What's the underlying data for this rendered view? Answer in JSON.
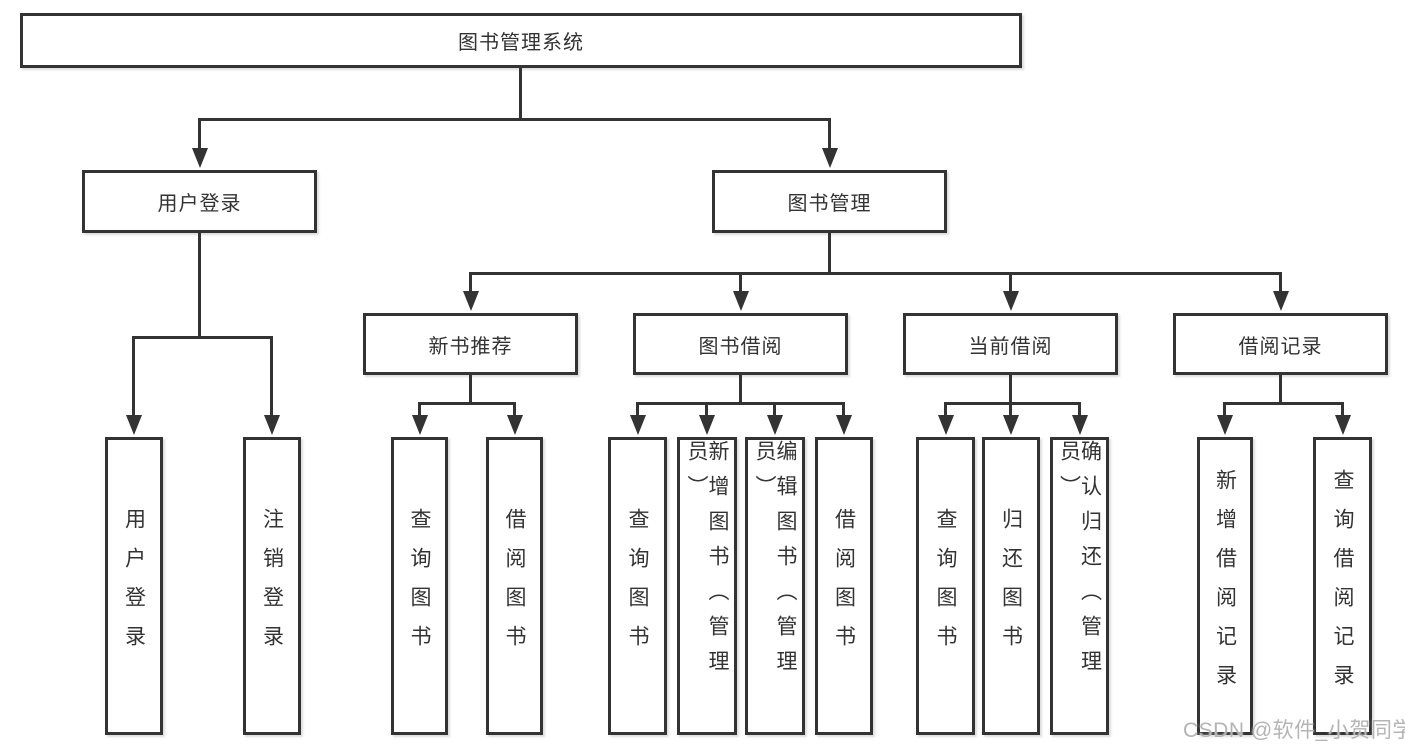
{
  "diagram": {
    "root": {
      "label": "图书管理系统"
    },
    "level2": [
      {
        "label": "用户登录"
      },
      {
        "label": "图书管理"
      }
    ],
    "level3": [
      {
        "label": "新书推荐",
        "parent": "图书管理"
      },
      {
        "label": "图书借阅",
        "parent": "图书管理"
      },
      {
        "label": "当前借阅",
        "parent": "图书管理"
      },
      {
        "label": "借阅记录",
        "parent": "图书管理"
      }
    ],
    "leaves": [
      {
        "label": "用户登录",
        "parent": "用户登录"
      },
      {
        "label": "注销登录",
        "parent": "用户登录"
      },
      {
        "label": "查询图书",
        "parent": "新书推荐"
      },
      {
        "label": "借阅图书",
        "parent": "新书推荐"
      },
      {
        "label": "查询图书",
        "parent": "图书借阅"
      },
      {
        "label": "新增图书（管理员）",
        "parent": "图书借阅"
      },
      {
        "label": "编辑图书（管理员）",
        "parent": "图书借阅"
      },
      {
        "label": "借阅图书",
        "parent": "图书借阅"
      },
      {
        "label": "查询图书",
        "parent": "当前借阅"
      },
      {
        "label": "归还图书",
        "parent": "当前借阅"
      },
      {
        "label": "确认归还（管理员）",
        "parent": "当前借阅"
      },
      {
        "label": "新增借阅记录",
        "parent": "借阅记录"
      },
      {
        "label": "查询借阅记录",
        "parent": "借阅记录"
      }
    ],
    "watermark": "CSDN @软件_小贺同学",
    "colors": {
      "line": "#333333",
      "text": "#333333",
      "box_background": "#ffffff",
      "page_background": "#ffffff",
      "watermark": "#b4b4b4"
    }
  }
}
